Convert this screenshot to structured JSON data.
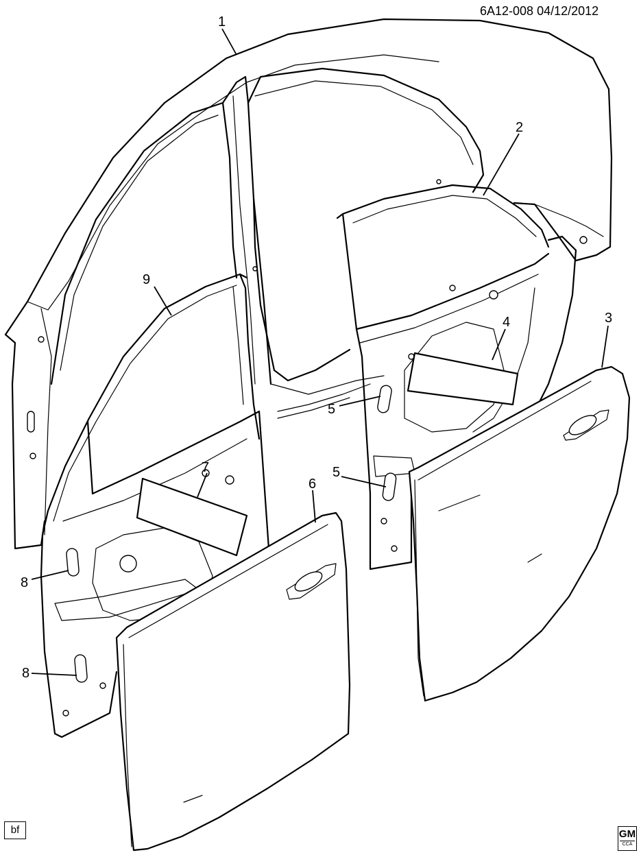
{
  "header": {
    "ref_code": "6A12-008  04/12/2012"
  },
  "callouts": [
    {
      "id": "c1",
      "label": "1"
    },
    {
      "id": "c2",
      "label": "2"
    },
    {
      "id": "c3",
      "label": "3"
    },
    {
      "id": "c4",
      "label": "4"
    },
    {
      "id": "c5a",
      "label": "5"
    },
    {
      "id": "c5b",
      "label": "5"
    },
    {
      "id": "c6",
      "label": "6"
    },
    {
      "id": "c7",
      "label": "7"
    },
    {
      "id": "c8a",
      "label": "8"
    },
    {
      "id": "c8b",
      "label": "8"
    },
    {
      "id": "c9",
      "label": "9"
    }
  ],
  "footer": {
    "badge": "bf",
    "logo_top": "GM",
    "logo_bottom": "CCA"
  }
}
